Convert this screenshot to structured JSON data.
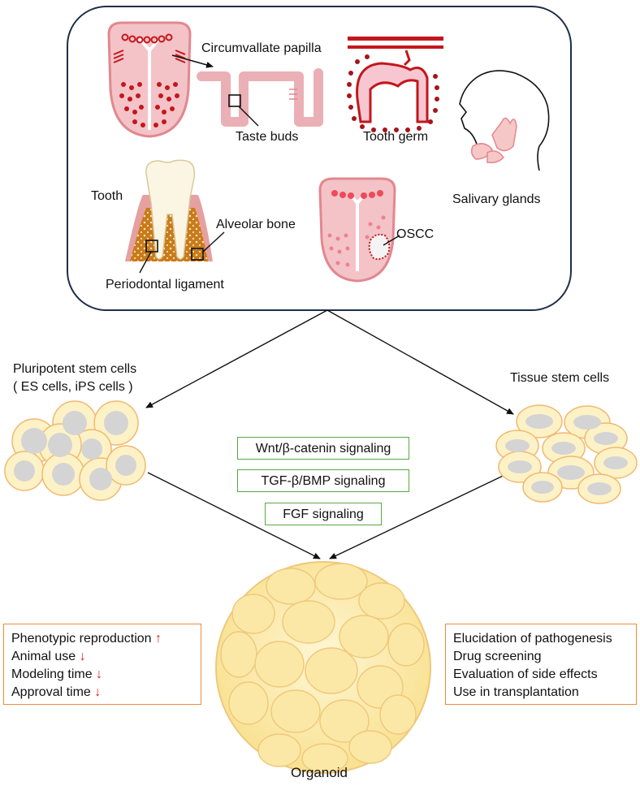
{
  "tissues": {
    "circumvallate_papilla": "Circumvallate papilla",
    "taste_buds": "Taste buds",
    "tooth_germ": "Tooth germ",
    "salivary_glands": "Salivary glands",
    "tooth": "Tooth",
    "alveolar_bone": "Alveolar bone",
    "periodontal_ligament": "Periodontal ligament",
    "oscc": "OSCC"
  },
  "sources": {
    "pluripotent_line1": "Pluripotent stem cells",
    "pluripotent_line2": "( ES cells, iPS cells )",
    "tissue": "Tissue stem cells"
  },
  "signaling": [
    "Wnt/β-catenin signaling",
    "TGF-β/BMP signaling",
    "FGF signaling"
  ],
  "advantages": [
    {
      "text": "Phenotypic reproduction ",
      "arrow": "↑"
    },
    {
      "text": "Animal use ",
      "arrow": "↓"
    },
    {
      "text": "Modeling time ",
      "arrow": "↓"
    },
    {
      "text": "Approval time ",
      "arrow": "↓"
    }
  ],
  "applications": [
    "Elucidation of pathogenesis",
    "Drug screening",
    "Evaluation of side effects",
    "Use in transplantation"
  ],
  "organoid_label": "Organoid",
  "colors": {
    "frame": "#1f2d4a",
    "tongue": "#e3878f",
    "tongue_light": "#f3c3c7",
    "tongue_dot": "#c4161c",
    "bone": "#c97a1a",
    "cell_fill": "#fdf2c6",
    "cell_border": "#f2b870",
    "nucleus": "#d4d4d4",
    "signal_border": "#5aa845",
    "box_border": "#f08a3c",
    "arrow_red": "#e0201c"
  }
}
